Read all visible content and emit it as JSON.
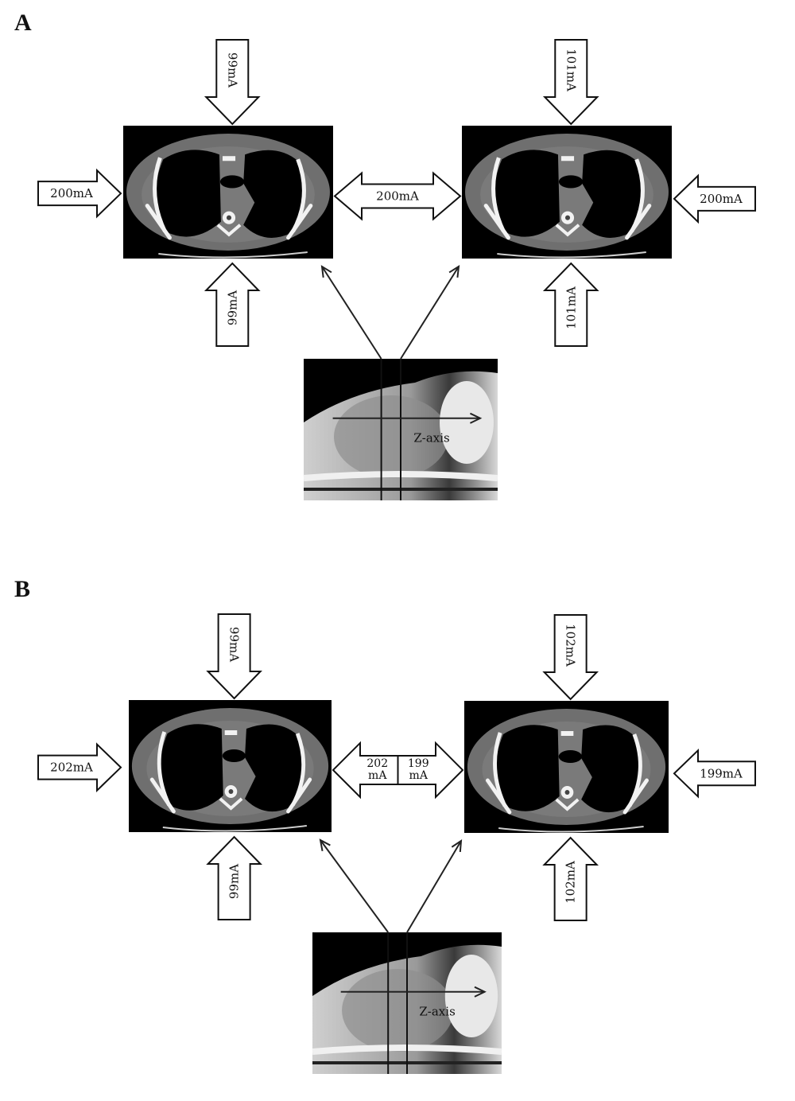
{
  "panels": [
    {
      "label": "A",
      "left_scan": {
        "top": "99mA",
        "bottom": "99mA",
        "side": "200mA"
      },
      "right_scan": {
        "top": "101mA",
        "bottom": "101mA",
        "side": "200mA"
      },
      "between": {
        "kind": "double",
        "label": "200mA"
      },
      "scout": {
        "axis_label": "Z-axis"
      }
    },
    {
      "label": "B",
      "left_scan": {
        "top": "99mA",
        "bottom": "99mA",
        "side": "202mA"
      },
      "right_scan": {
        "top": "102mA",
        "bottom": "102mA",
        "side": "199mA"
      },
      "between": {
        "kind": "split",
        "left_lines": [
          "202",
          "mA"
        ],
        "right_lines": [
          "199",
          "mA"
        ]
      },
      "scout": {
        "axis_label": "Z-axis"
      }
    }
  ]
}
